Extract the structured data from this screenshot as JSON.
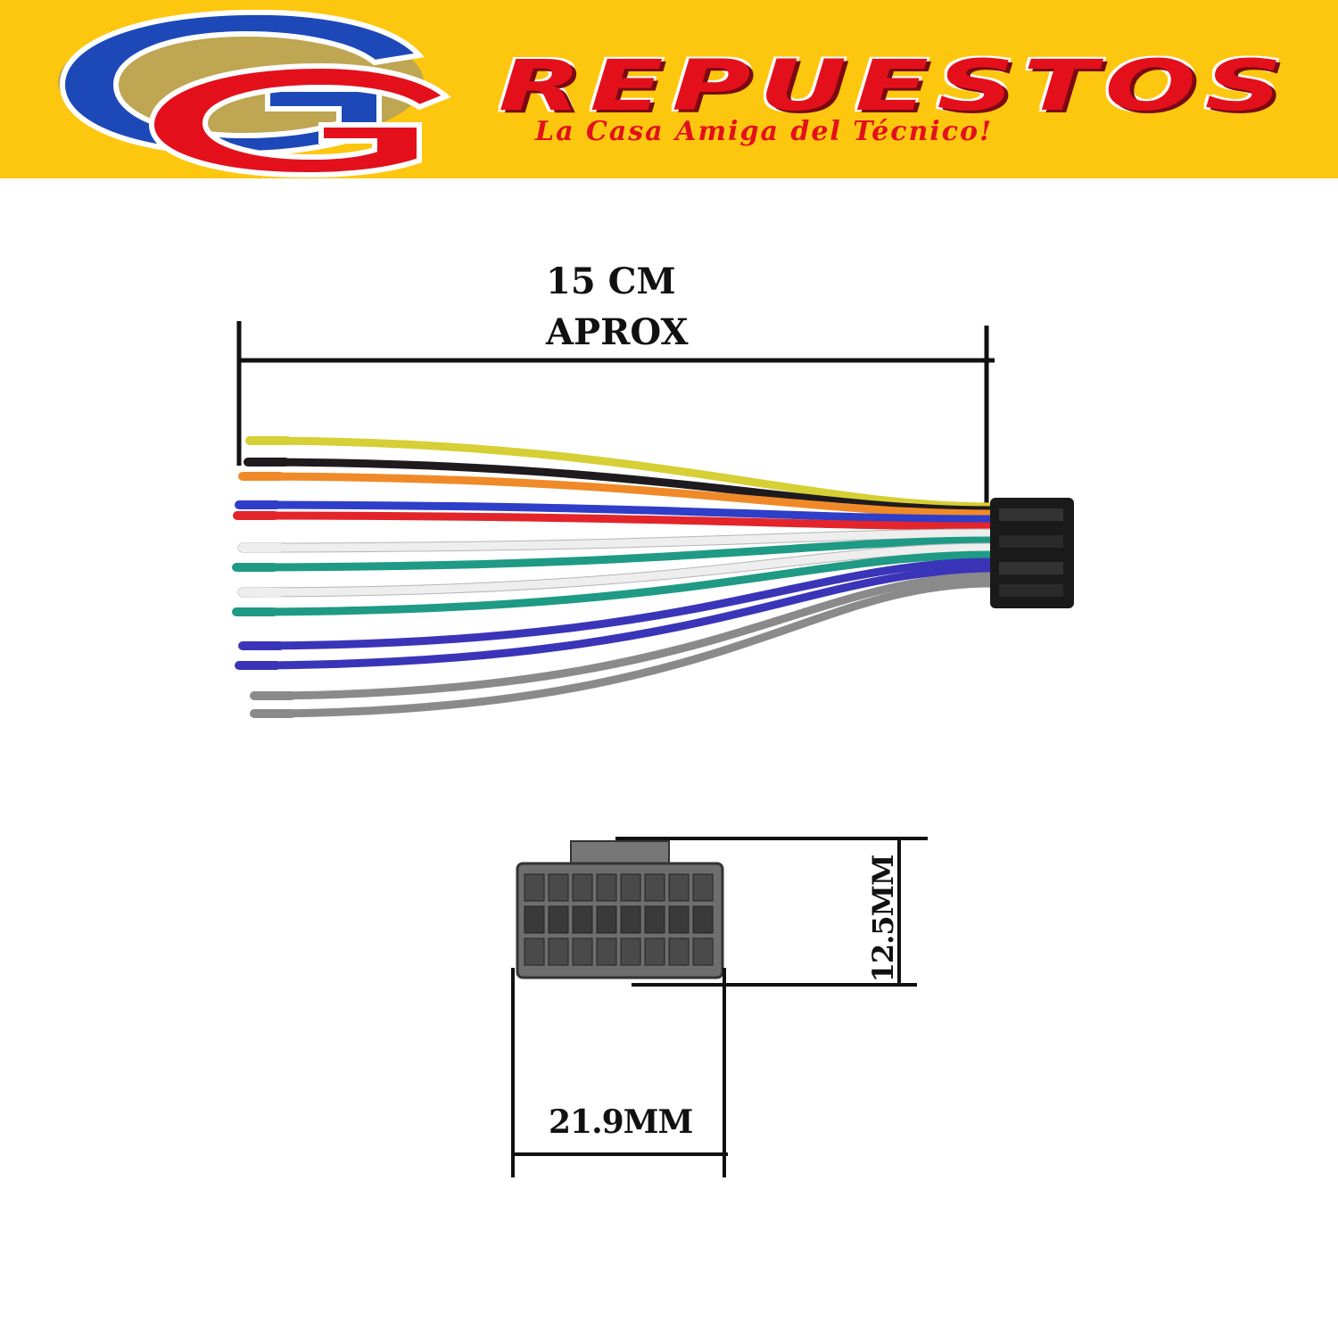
{
  "brand": {
    "logo_letters": "GG",
    "name": "REPUESTOS",
    "tagline": "La Casa Amiga del Técnico!",
    "colors": {
      "banner_bg": "#fdc70f",
      "logo_blue": "#1d49b8",
      "logo_red": "#e3101c",
      "text_red": "#e3101c"
    }
  },
  "harness": {
    "length_label_line1": "15 CM",
    "length_label_line2": "APROX",
    "wire_colors": [
      "#d6cf35",
      "#1e1a1e",
      "#f08a28",
      "#2f3ec8",
      "#e3242b",
      "#eeeeee",
      "#1f9a84",
      "#eeeeee",
      "#1f9a84",
      "#3a35b8",
      "#3a35b8",
      "#8a8a8a",
      "#8a8a8a"
    ]
  },
  "connector": {
    "width_label": "21.9MM",
    "height_label": "12.5MM"
  }
}
